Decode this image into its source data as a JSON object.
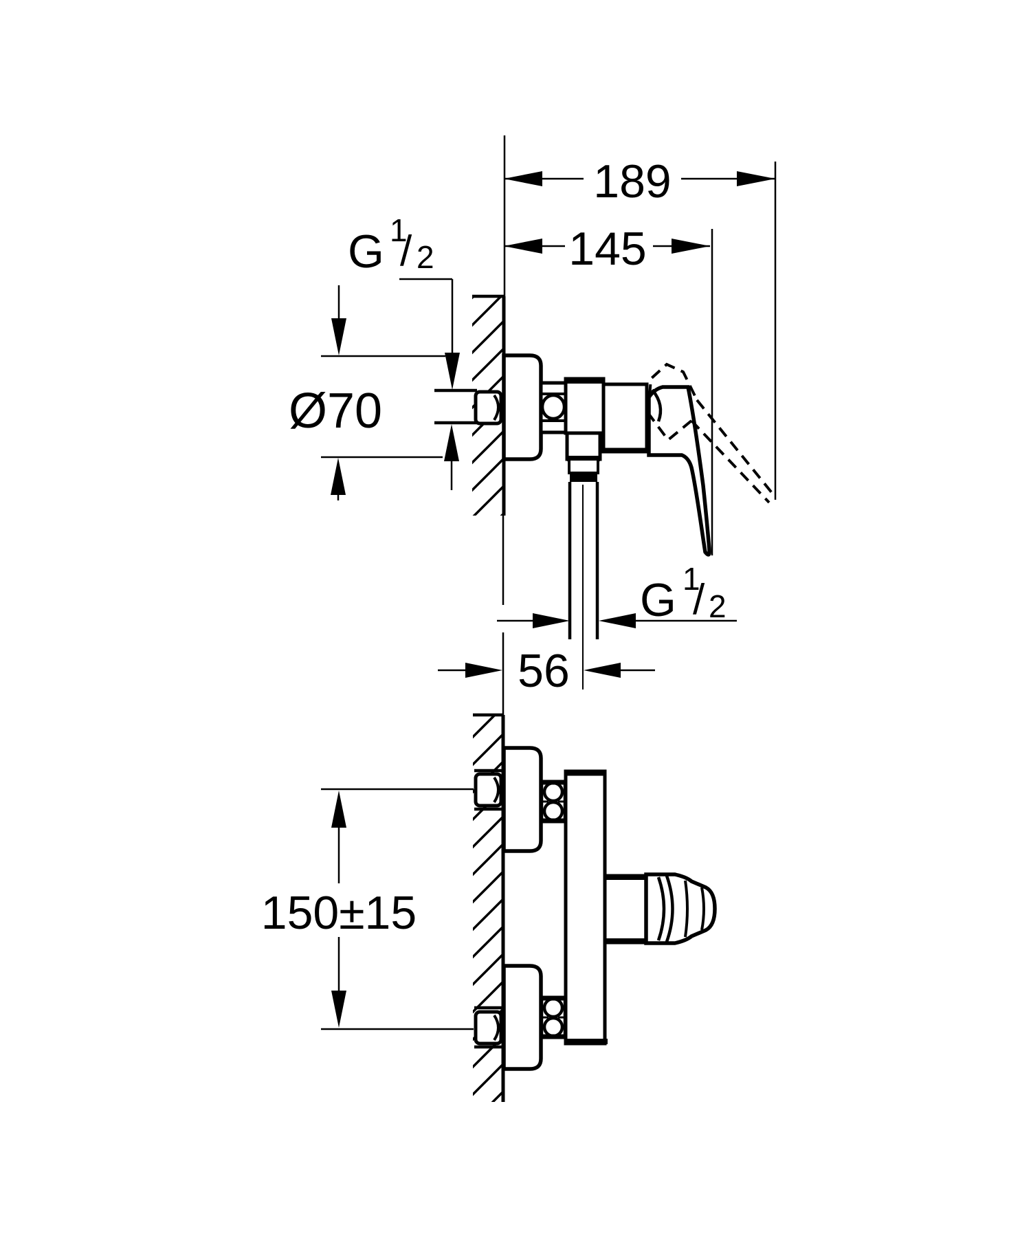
{
  "colors": {
    "line": "#000000",
    "background": "#ffffff"
  },
  "dimensions": {
    "overall_depth": "189",
    "depth_to_handle": "145",
    "rosette_diameter": "Ø70",
    "outlet_center_offset": "56",
    "connection_center_distance": "150±15"
  },
  "thread_label": {
    "letter": "G",
    "numerator": "1",
    "slash": "/",
    "denominator": "2"
  }
}
